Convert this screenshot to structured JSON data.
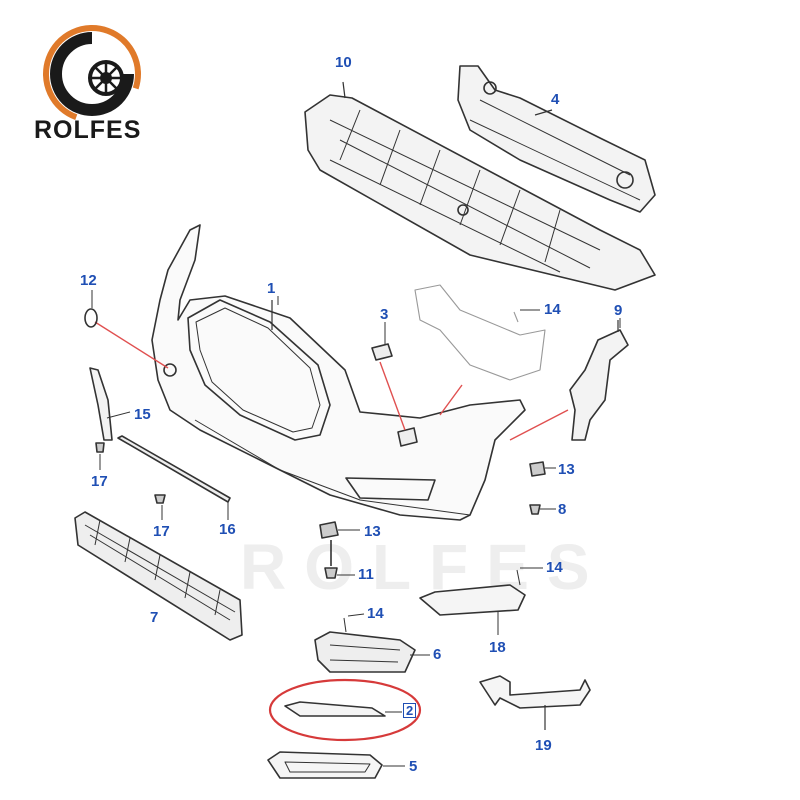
{
  "brand": {
    "name": "ROLFES",
    "logo_icon": "rolfes-turbo-logo-icon",
    "accent": "#e07a2a"
  },
  "watermark": "ROLFES",
  "callouts": {
    "c1": "1",
    "c2": "2",
    "c3": "3",
    "c4": "4",
    "c5": "5",
    "c6": "6",
    "c7": "7",
    "c8": "8",
    "c9": "9",
    "c10": "10",
    "c11": "11",
    "c12": "12",
    "c13a": "13",
    "c13b": "13",
    "c14a": "14",
    "c14b": "14",
    "c14c": "14",
    "c15": "15",
    "c16": "16",
    "c17a": "17",
    "c17b": "17",
    "c18": "18",
    "c19": "19"
  },
  "colors": {
    "callout": "#1f4fb4",
    "highlight": "#d63a3a",
    "line": "#333333",
    "leader_red": "#e05050"
  },
  "highlighted_part": "2"
}
